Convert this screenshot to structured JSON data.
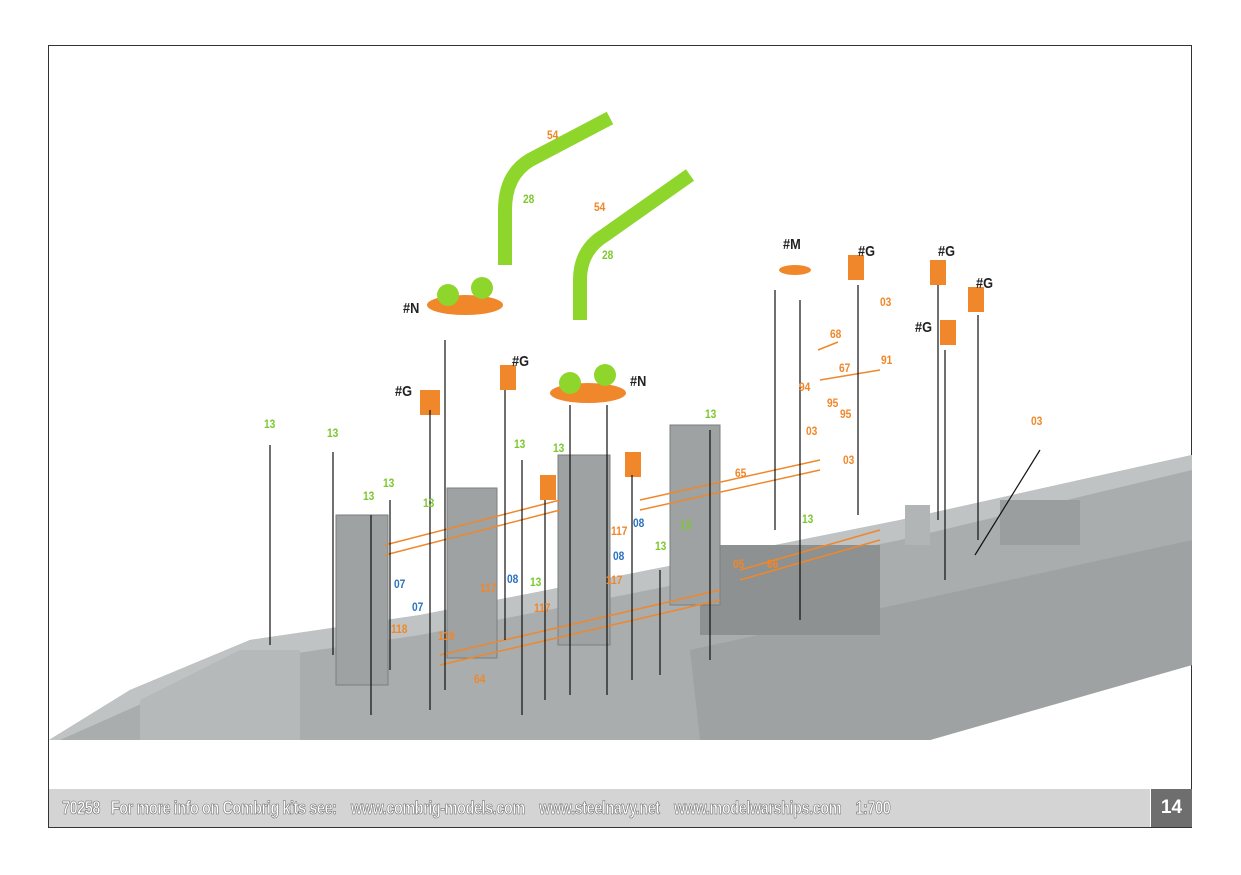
{
  "footer": {
    "text": "70258   For more info on Combrig kits see:    www.combrig-models.com    www.steelnavy.net    www.modelwarships.com    1:700",
    "page_number": "14"
  },
  "colors": {
    "photo_etch": "#f0872a",
    "resin": "#8fd62c",
    "wire": "#2a72c0",
    "hull": "#a9adad"
  },
  "callouts": [
    "54",
    "28",
    "54",
    "28",
    "#N",
    "#G",
    "#N",
    "#G",
    "#M",
    "#G",
    "#G",
    "#G",
    "#G",
    "03",
    "68",
    "67",
    "91",
    "94",
    "95",
    "95",
    "03",
    "03",
    "03",
    "13",
    "13",
    "13",
    "13",
    "13",
    "13",
    "13",
    "13",
    "13",
    "13",
    "13",
    "13",
    "65",
    "66",
    "05",
    "117",
    "08",
    "08",
    "08",
    "07",
    "07",
    "117",
    "117",
    "117",
    "118",
    "119",
    "64"
  ]
}
